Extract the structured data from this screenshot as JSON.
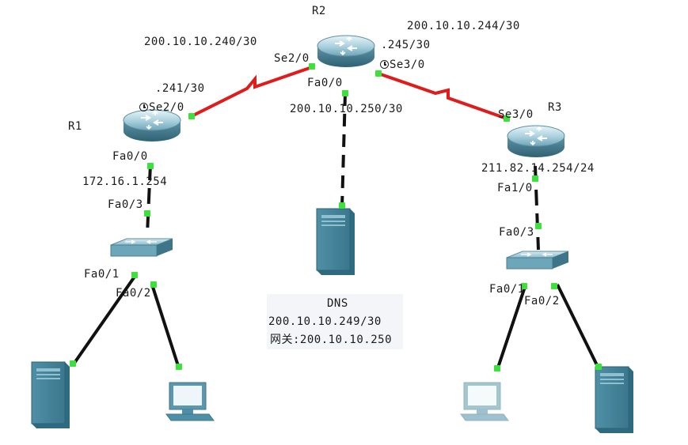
{
  "routers": {
    "r1": {
      "name": "R1"
    },
    "r2": {
      "name": "R2"
    },
    "r3": {
      "name": "R3"
    }
  },
  "networks": {
    "r1_r2": "200.10.10.240/30",
    "r2_r3": "200.10.10.244/30",
    "r2_dns": "200.10.10.250/30",
    "lan_left_gw": "172.16.1.254",
    "lan_right": "211.82.14.254/24"
  },
  "addresses": {
    "r1_se": ".241/30",
    "r2_se3": ".245/30"
  },
  "interfaces": {
    "r1_se20": "Se2/0",
    "r1_fa00": "Fa0/0",
    "r2_se20": "Se2/0",
    "r2_fa00": "Fa0/0",
    "r2_se30": "Se3/0",
    "r3_se30": "Se3/0",
    "r3_fa10": "Fa1/0",
    "sw1_fa03": "Fa0/3",
    "sw1_fa01": "Fa0/1",
    "sw1_fa02": "Fa0/2",
    "sw2_fa03": "Fa0/3",
    "sw2_fa01": "Fa0/1",
    "sw2_fa02": "Fa0/2"
  },
  "dns": {
    "title": "DNS",
    "ip": "200.10.10.249/30",
    "gateway": "网关:200.10.10.250"
  },
  "colors": {
    "serial": "#e01b1b",
    "ethernet": "#111111",
    "port": "#3ee03e",
    "device": "#4f8fa6"
  },
  "icons": {
    "router": "router-icon",
    "switch": "switch-icon",
    "server": "server-icon",
    "pc": "pc-icon",
    "clock": "clock-icon"
  }
}
